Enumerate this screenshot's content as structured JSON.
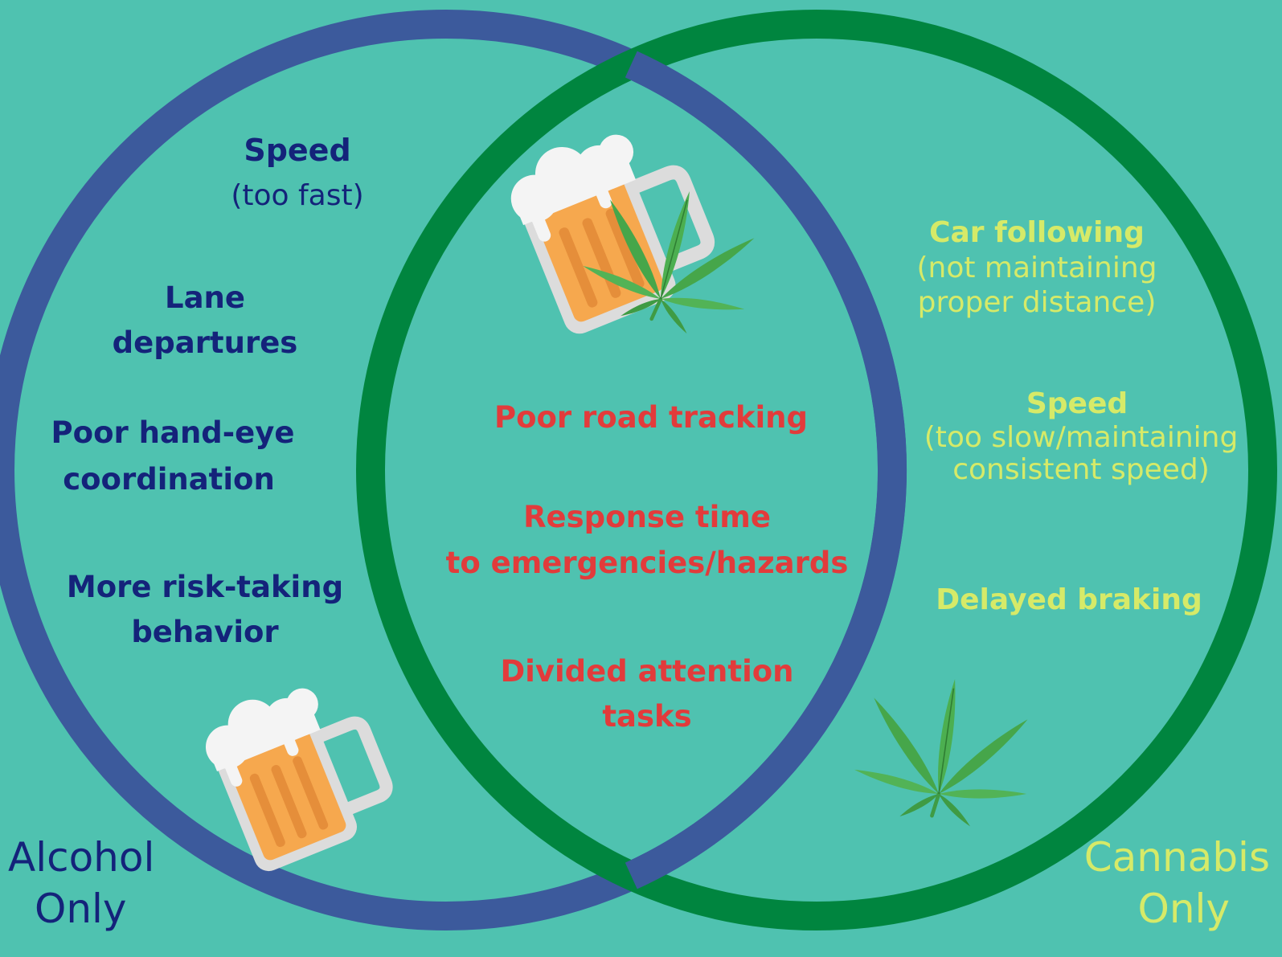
{
  "colors": {
    "background": "#4fc2b0",
    "alcohol_circle": "#3c5a9c",
    "cannabis_circle": "#00853f",
    "alcohol_text": "#14237a",
    "both_text": "#e23b3b",
    "cannabis_text": "#d6ea68"
  },
  "icons": [
    "beer-mug-icon",
    "cannabis-leaf-icon"
  ],
  "labels": {
    "alcohol_line1": "Alcohol",
    "alcohol_line2": "Only",
    "cannabis_line1": "Cannabis",
    "cannabis_line2": "Only"
  },
  "alcohol_only": {
    "speed": "Speed",
    "speed_note": "(too fast)",
    "lane_1": "Lane",
    "lane_2": "departures",
    "hand_1": "Poor hand-eye",
    "hand_2": "coordination",
    "risk_1": "More risk-taking",
    "risk_2": "behavior"
  },
  "both": {
    "road": "Poor road tracking",
    "response_1": "Response time",
    "response_2": "to emergencies/hazards",
    "divided_1": "Divided attention",
    "divided_2": "tasks"
  },
  "cannabis_only": {
    "car_1": "Car following",
    "car_2": "(not maintaining",
    "car_3": "proper distance)",
    "speed": "Speed",
    "speed_2": "(too slow/maintaining",
    "speed_3": "consistent speed)",
    "braking": "Delayed braking"
  }
}
